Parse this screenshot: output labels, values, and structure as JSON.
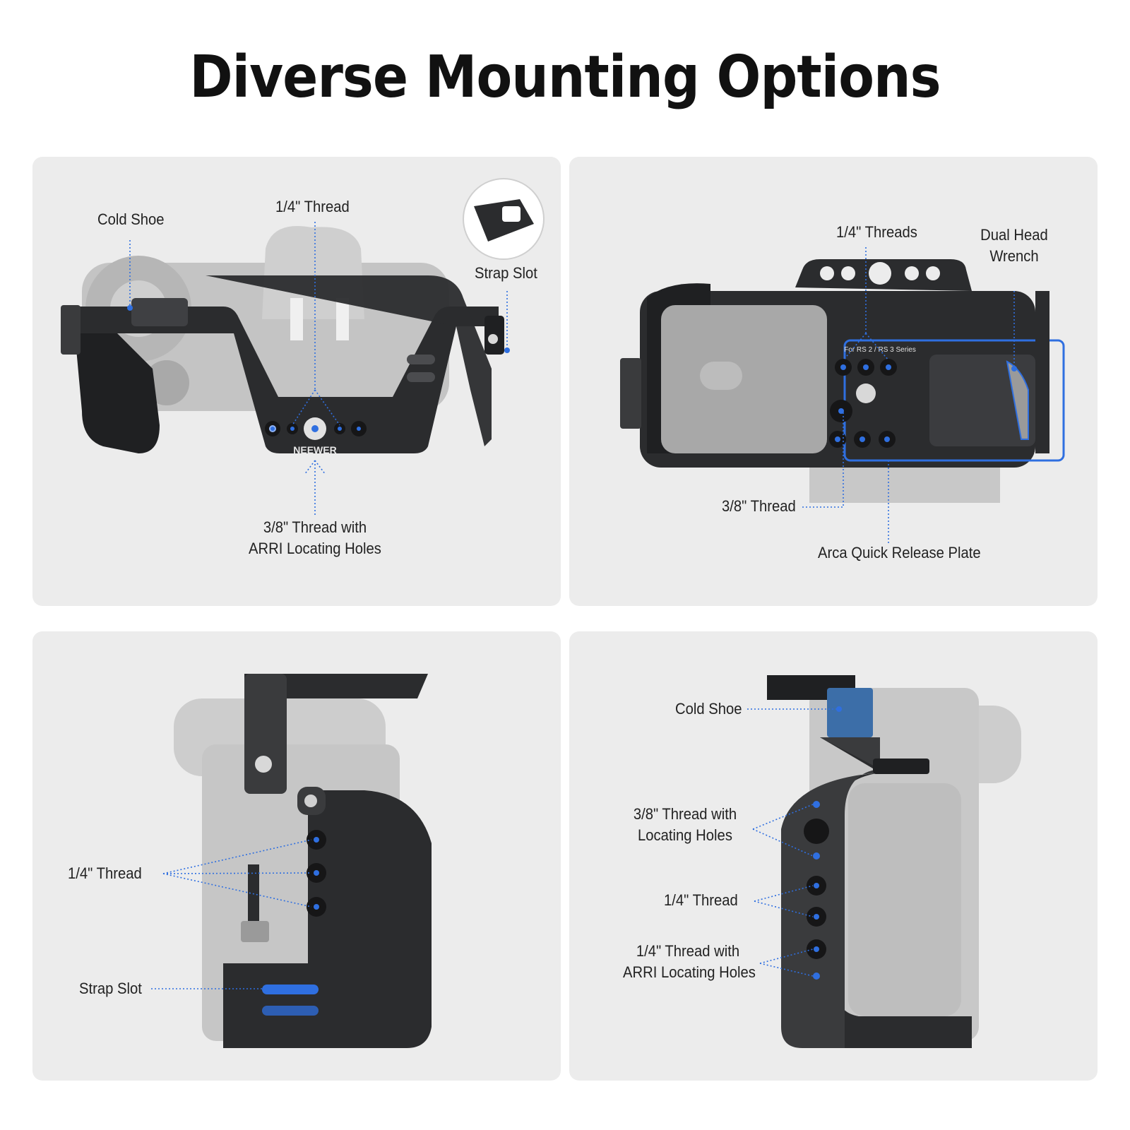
{
  "title": "Diverse Mounting Options",
  "colors": {
    "panel_bg": "#ececec",
    "accent_blue": "#2f6fe0",
    "cage_black": "#2b2c2e",
    "camera_gray": "#bdbdbd"
  },
  "panels": [
    {
      "id": "top-view",
      "logo": "NEEWER",
      "labels": {
        "cold_shoe": "Cold Shoe",
        "quarter_thread": "1/4\" Thread",
        "strap_slot": "Strap Slot",
        "three_eighth_line1": "3/8\" Thread with",
        "three_eighth_line2": "ARRI Locating Holes"
      }
    },
    {
      "id": "bottom-view",
      "plate_text": "For RS 2 / RS 3 Series",
      "labels": {
        "quarter_threads": "1/4\" Threads",
        "wrench_line1": "Dual Head",
        "wrench_line2": "Wrench",
        "three_eighth": "3/8\" Thread",
        "arca": "Arca Quick Release Plate"
      }
    },
    {
      "id": "left-side-view",
      "labels": {
        "quarter_thread": "1/4\" Thread",
        "strap_slot": "Strap Slot"
      }
    },
    {
      "id": "right-side-view",
      "labels": {
        "cold_shoe": "Cold Shoe",
        "three_eighth_line1": "3/8\" Thread with",
        "three_eighth_line2": "Locating Holes",
        "quarter_thread": "1/4\" Thread",
        "arri_line1": "1/4\" Thread with",
        "arri_line2": "ARRI Locating Holes"
      }
    }
  ]
}
